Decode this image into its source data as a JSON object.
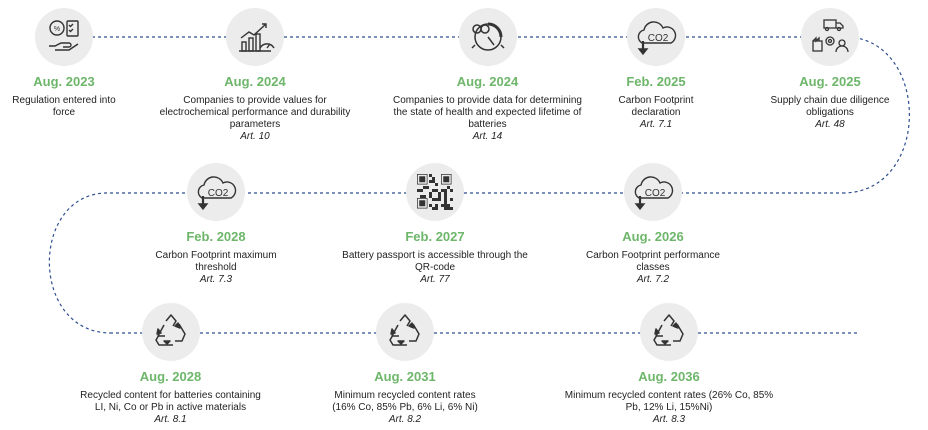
{
  "milestones": [
    {
      "date": "Aug. 2023",
      "desc": "Regulation entered into force",
      "art": "",
      "icon": "hand-holding-checklist-icon"
    },
    {
      "date": "Aug. 2024",
      "desc": "Companies to provide values for electrochemical performance and durability parameters",
      "art": "Art. 10",
      "icon": "performance-gauge-icon"
    },
    {
      "date": "Aug. 2024",
      "desc": "Companies to provide data for determining the state of health and expected lifetime of batteries",
      "art": "Art. 14",
      "icon": "battery-health-cycle-icon"
    },
    {
      "date": "Feb. 2025",
      "desc": "Carbon Footprint declaration",
      "art": "Art. 7.1",
      "icon": "co2-cloud-icon"
    },
    {
      "date": "Aug. 2025",
      "desc": "Supply chain due diligence obligations",
      "art": "Art. 48",
      "icon": "supply-chain-icon"
    },
    {
      "date": "Aug. 2026",
      "desc": "Carbon Footprint performance classes",
      "art": "Art. 7.2",
      "icon": "co2-cloud-icon"
    },
    {
      "date": "Feb. 2027",
      "desc": "Battery passport is accessible through the QR-code",
      "art": "Art. 77",
      "icon": "qr-code-icon"
    },
    {
      "date": "Feb. 2028",
      "desc": "Carbon Footprint  maximum threshold",
      "art": "Art. 7.3",
      "icon": "co2-cloud-icon"
    },
    {
      "date": "Aug. 2028",
      "desc": "Recycled content for batteries containing LI, Ni, Co or Pb  in active materials",
      "art": "Art. 8.1",
      "icon": "recycle-icon"
    },
    {
      "date": "Aug. 2031",
      "desc": "Minimum recycled content rates (16% Co, 85% Pb, 6% Li, 6% Ni)",
      "art": "Art. 8.2",
      "icon": "recycle-icon"
    },
    {
      "date": "Aug. 2036",
      "desc": "Minimum recycled content rates (26% Co, 85% Pb, 12% Li, 15%Ni)",
      "art": "Art. 8.3",
      "icon": "recycle-icon"
    }
  ],
  "co2_label": "CO2",
  "colors": {
    "accent_green": "#6db66a",
    "line_blue": "#2f4f8f",
    "icon_bg": "#ececec",
    "icon_stroke": "#333333"
  }
}
